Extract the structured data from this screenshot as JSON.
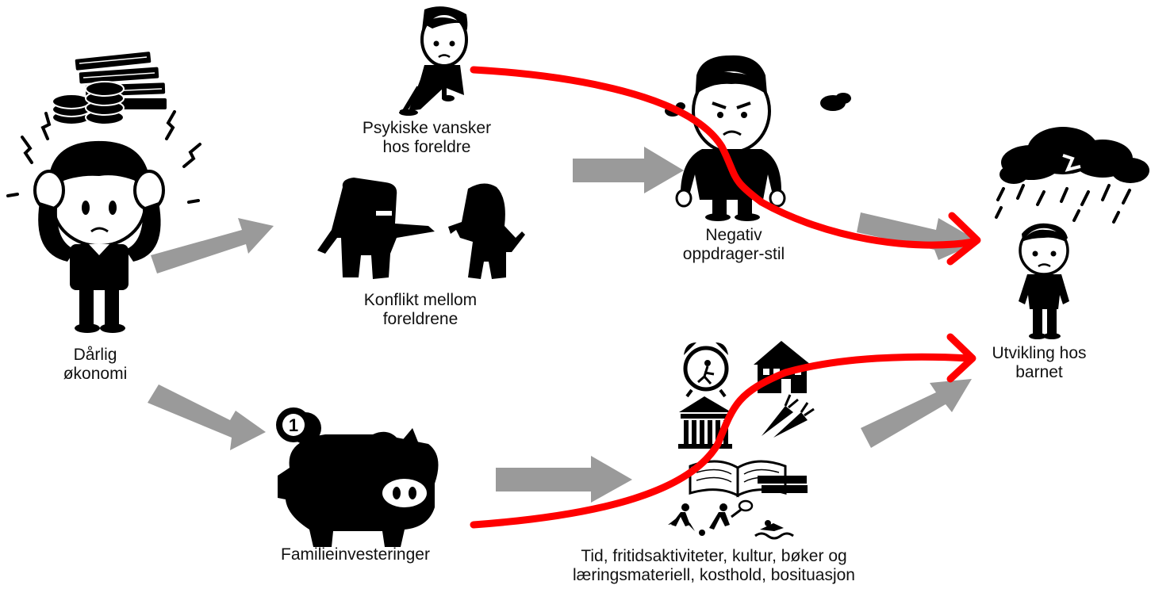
{
  "labels": {
    "poor_economy": [
      "Dårlig",
      "økonomi"
    ],
    "mental_health": [
      "Psykiske vansker",
      "hos foreldre"
    ],
    "conflict": [
      "Konflikt mellom",
      "foreldrene"
    ],
    "negative_parenting": [
      "Negativ",
      "oppdrager-stil"
    ],
    "child_development": [
      "Utvikling hos",
      "barnet"
    ],
    "family_investments": [
      "Familieinvesteringer"
    ],
    "resources": [
      "Tid, fritidsaktiviteter, kultur, bøker og",
      "læringsmateriell, kosthold, bosituasjon"
    ]
  },
  "colors": {
    "gray_arrow": "#9a9a9a",
    "red_path": "#ff0000",
    "icon": "#000000"
  }
}
